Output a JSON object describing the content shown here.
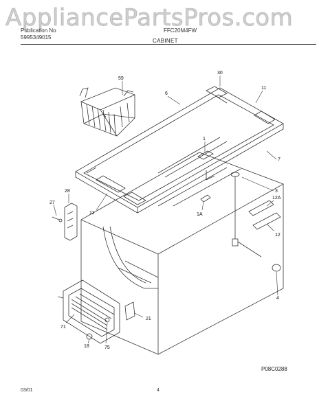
{
  "watermark": "AppliancePartsPros.com",
  "header": {
    "publication": "Publication No",
    "part_number": "5995349015",
    "model": "FFC20M4FW",
    "section": "CABINET"
  },
  "footer": {
    "date": "03/01",
    "page": "4"
  },
  "diagram_code": "P08C0288",
  "callouts": [
    "59",
    "30",
    "6",
    "11",
    "1",
    "7",
    "3",
    "28",
    "27",
    "11",
    "1A",
    "12A",
    "12",
    "4",
    "71",
    "21",
    "18",
    "75"
  ]
}
